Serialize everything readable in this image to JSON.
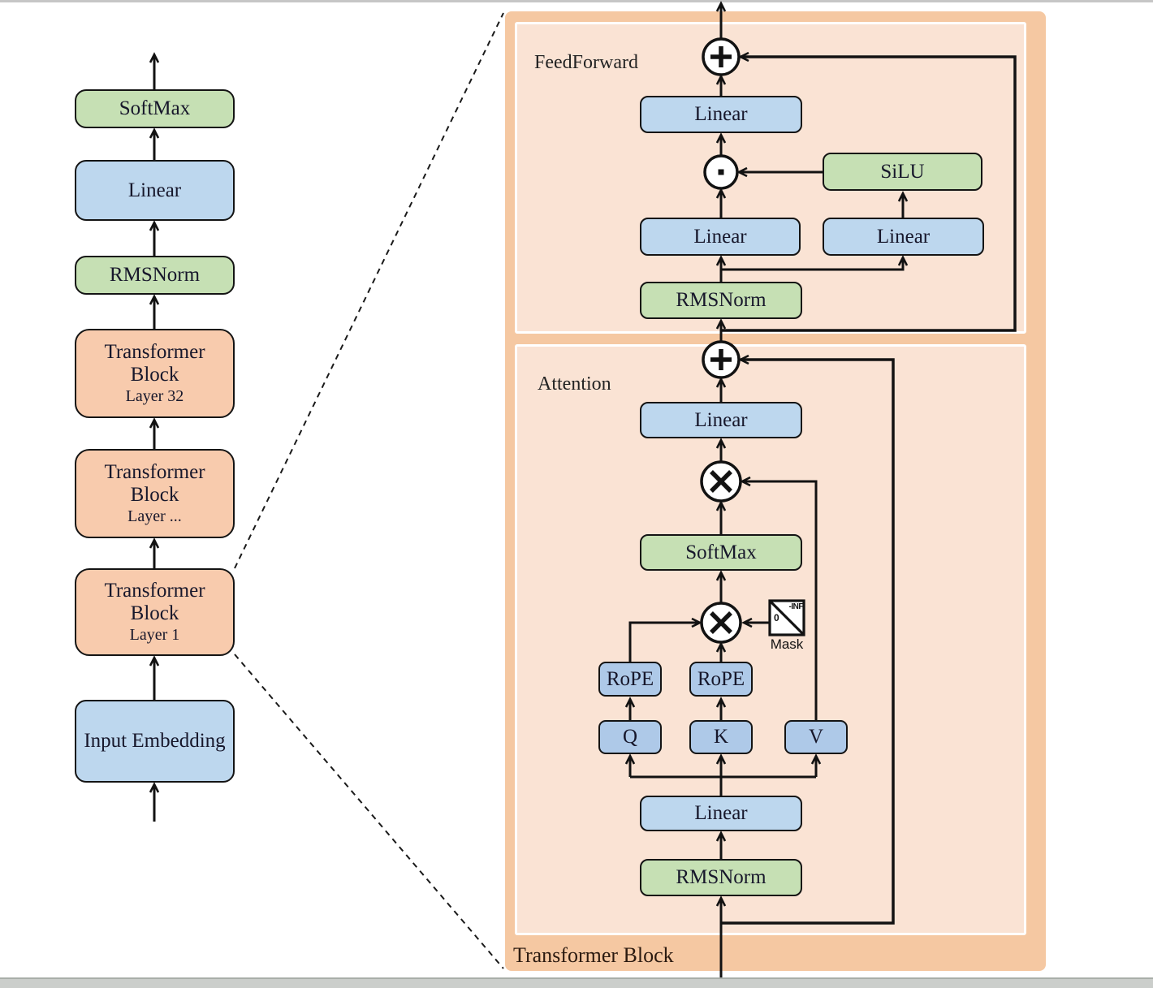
{
  "colors": {
    "box_blue": "#bdd7ee",
    "box_blue_dark": "#aec9e8",
    "box_green": "#c6e0b4",
    "box_orange": "#f8cbad",
    "panel_outer": "#f5c8a2",
    "panel_inner": "#fae3d4",
    "wire": "#121212"
  },
  "left_column": {
    "blocks": [
      {
        "label": "SoftMax"
      },
      {
        "label": "Linear"
      },
      {
        "label": "RMSNorm"
      },
      {
        "title": "Transformer Block",
        "subtitle": "Layer 32"
      },
      {
        "title": "Transformer Block",
        "subtitle": "Layer ..."
      },
      {
        "title": "Transformer Block",
        "subtitle": "Layer 1"
      },
      {
        "label": "Input Embedding"
      }
    ]
  },
  "detail_panel": {
    "footer_label": "Transformer Block",
    "feedforward": {
      "section_label": "FeedForward",
      "linear_out": "Linear",
      "silu": "SiLU",
      "linear_left": "Linear",
      "linear_right": "Linear",
      "rmsnorm": "RMSNorm"
    },
    "attention": {
      "section_label": "Attention",
      "linear_out": "Linear",
      "softmax": "SoftMax",
      "rope_q": "RoPE",
      "rope_k": "RoPE",
      "q": "Q",
      "k": "K",
      "v": "V",
      "mask": {
        "neg_inf": "-INF",
        "zero": "0",
        "label": "Mask"
      },
      "linear_qkv": "Linear",
      "rmsnorm": "RMSNorm"
    },
    "icons": {
      "add": "plus-in-circle",
      "elementwise_product": "dot-in-circle",
      "matmul": "x-in-circle",
      "mask": "triangle-mask-square"
    }
  }
}
